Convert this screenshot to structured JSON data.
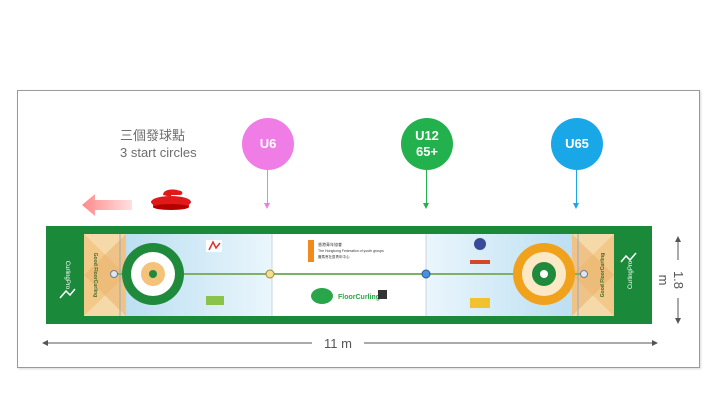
{
  "caption": {
    "chinese": "三個發球點",
    "english": "3 start circles"
  },
  "start_points": [
    {
      "label_lines": [
        "U6"
      ],
      "color": "#f07ce6"
    },
    {
      "label_lines": [
        "U12",
        "65+"
      ],
      "color": "#22b14c"
    },
    {
      "label_lines": [
        "U65"
      ],
      "color": "#1aa7e8"
    }
  ],
  "colors": {
    "mat_border": "#1a8a3a",
    "house_outer_left": "#1f8a3c",
    "house_outer_right": "#f0a21c",
    "arrow": "#ff9d9d",
    "stone": "#e01a1a"
  },
  "mat_text": {
    "brand_left": "CurlingPro",
    "brand_right": "CurlingPro",
    "vertical_left": "Good FloorCurling",
    "vertical_right": "Good FloorCurling",
    "logo_main": "FloorCurling",
    "center_line1": "香港青年協會",
    "center_line2": "The Hongkong Federation of youth groups",
    "center_line3": "賽馬會社區青年中心"
  },
  "dimensions": {
    "width_label": "1.8 m",
    "length_label": "11 m"
  }
}
